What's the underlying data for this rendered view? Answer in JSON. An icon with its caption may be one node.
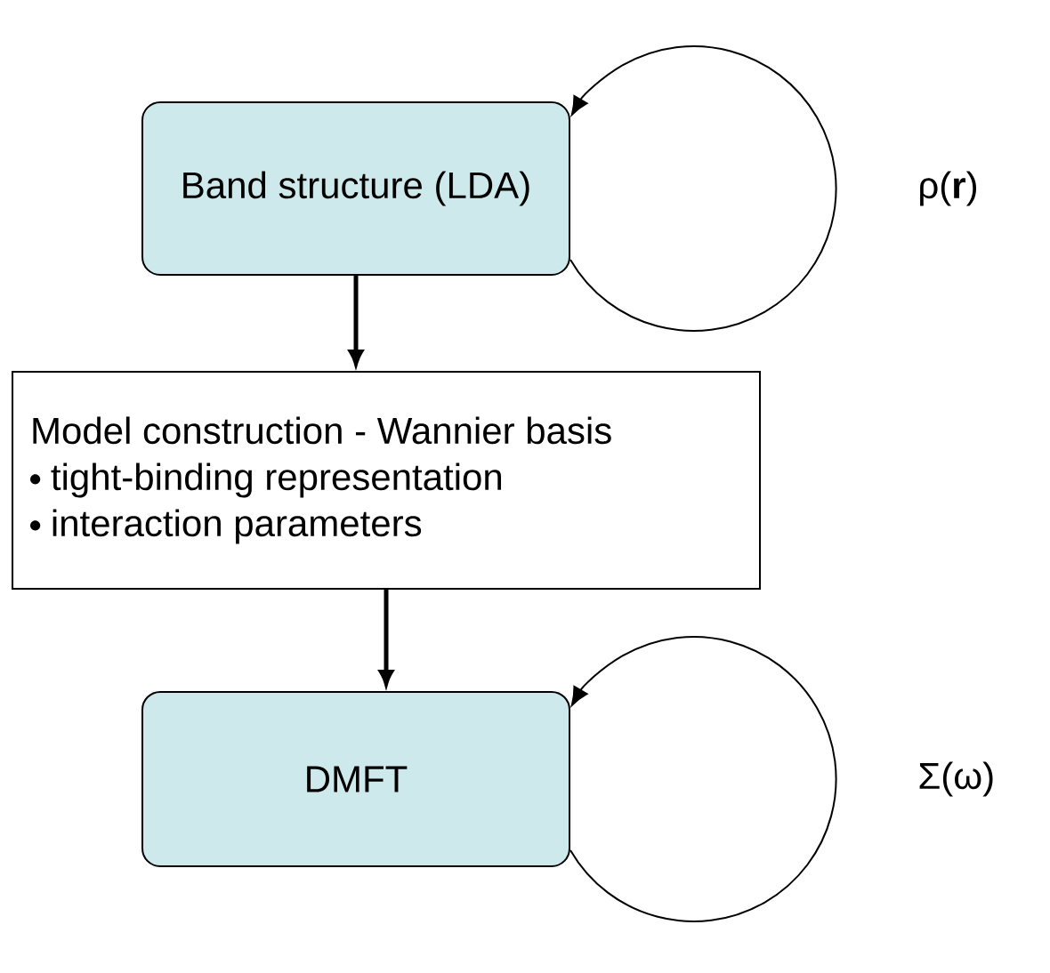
{
  "diagram": {
    "nodes": [
      {
        "text": [
          "Band structure (LDA)"
        ]
      },
      {
        "text": [
          "Model construction - Wannier basis",
          "tight-binding representation",
          "interaction parameters"
        ]
      },
      {
        "text": [
          "DMFT"
        ]
      }
    ],
    "edges": [
      {
        "from": 0,
        "to": 1,
        "arrow": "to",
        "style": "thick"
      },
      {
        "from": 1,
        "to": 2,
        "arrow": "to",
        "style": "thick"
      },
      {
        "from": 0,
        "to": 0,
        "arrow": "to",
        "label": "ρ(**r**)"
      },
      {
        "from": 2,
        "to": 2,
        "arrow": "to",
        "label": "Σ(ω)"
      }
    ]
  }
}
